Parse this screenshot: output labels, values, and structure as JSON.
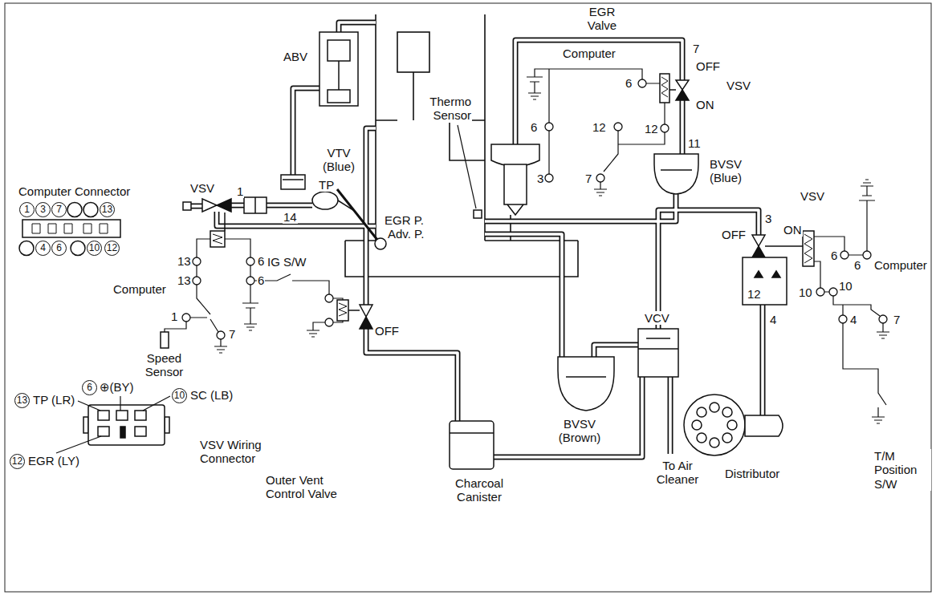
{
  "diagram": {
    "labels": [
      "ABV",
      "VTV (Blue)",
      "Thermo Sensor",
      "EGR Valve",
      "Computer",
      "6",
      "6",
      "12",
      "12",
      "3",
      "7",
      "7",
      "OFF",
      "ON",
      "VSV",
      "11",
      "BVSV (Blue)",
      "Computer Connector",
      "1",
      "3",
      "7",
      "13",
      "4",
      "6",
      "10",
      "12",
      "VSV",
      "1",
      "TP",
      "14",
      "13",
      "6",
      "13",
      "6",
      "Computer",
      "1",
      "7",
      "IG S/W",
      "Speed Sensor",
      "6",
      "⊕(BY)",
      "13",
      "TP (LR)",
      "10",
      "SC (LB)",
      "12",
      "EGR (LY)",
      "VSV Wiring Connector",
      "EGR P.",
      "Adv. P.",
      "OFF",
      "Outer Vent Control Valve",
      "Charcoal Canister",
      "BVSV (Brown)",
      "VCV",
      "To Air Cleaner",
      "Distributor",
      "VSV",
      "3",
      "OFF",
      "ON",
      "6",
      "6",
      "Computer",
      "12",
      "10",
      "10",
      "4",
      "4",
      "7",
      "T/M Position S/W"
    ]
  }
}
